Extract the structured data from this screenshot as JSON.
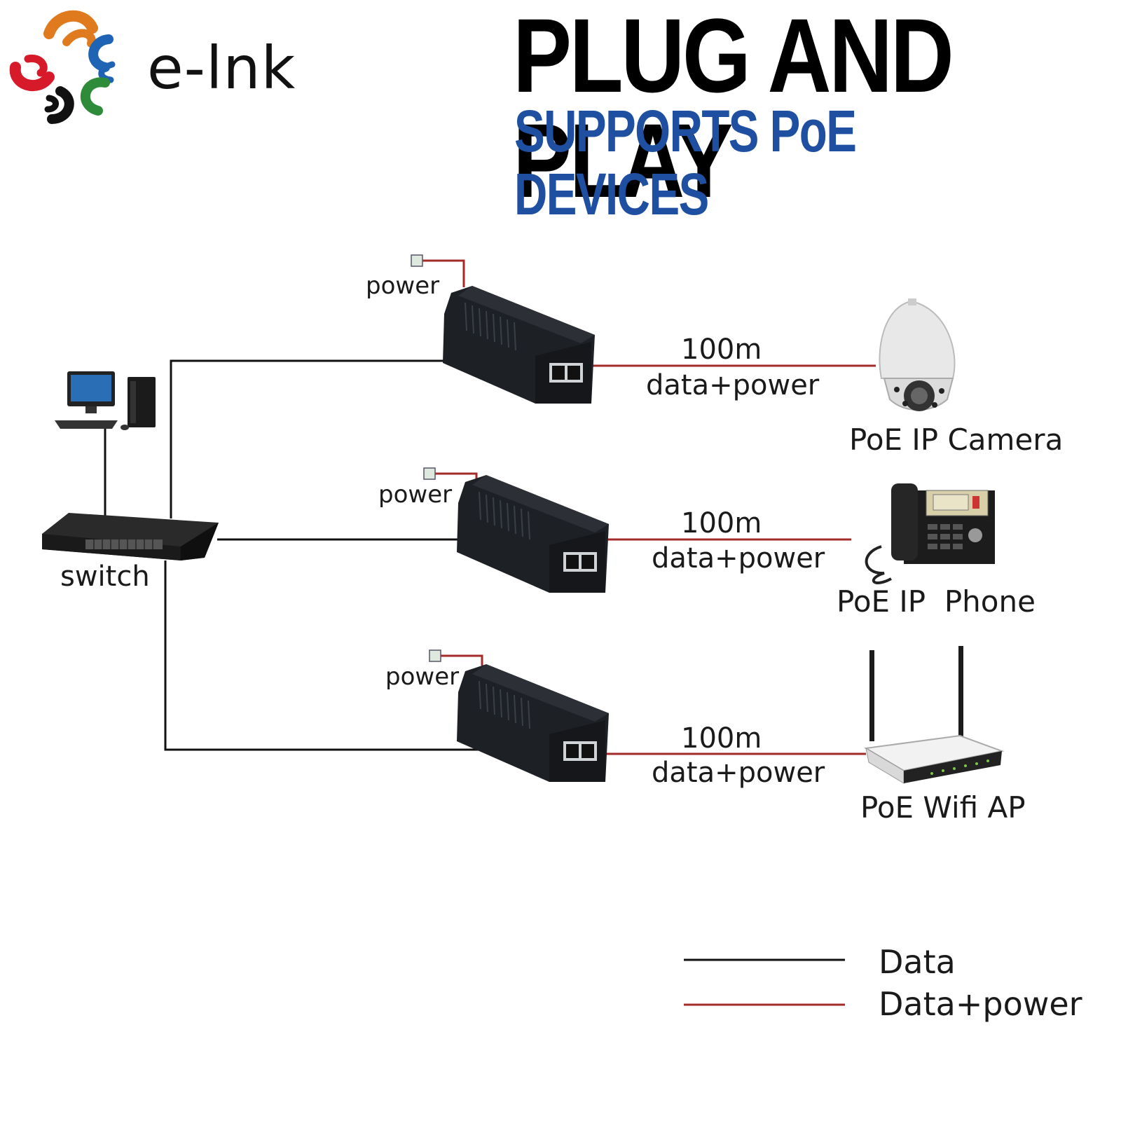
{
  "brand": {
    "name": "e-lnk",
    "logo_colors": [
      "#e07a1f",
      "#d61a2a",
      "#1e63b4",
      "#2e8b3a",
      "#111111"
    ]
  },
  "header": {
    "headline": "PLUG AND PLAY",
    "subline": "SUPPORTS PoE DEVICES",
    "headline_color": "#000000",
    "subline_color": "#1f4fa0"
  },
  "diagram": {
    "switch_label": "switch",
    "injectors": [
      {
        "power_label": "power",
        "distance": "100m",
        "cable_label": "data+power",
        "device_label": "PoE IP Camera",
        "device_icon": "ip-camera-icon"
      },
      {
        "power_label": "power",
        "distance": "100m",
        "cable_label": "data+power",
        "device_label": "PoE IP  Phone",
        "device_icon": "ip-phone-icon"
      },
      {
        "power_label": "power",
        "distance": "100m",
        "cable_label": "data+power",
        "device_label": "PoE Wifi AP",
        "device_icon": "wifi-router-icon"
      }
    ]
  },
  "legend": {
    "items": [
      {
        "label": "Data",
        "color": "#111111"
      },
      {
        "label": "Data+power",
        "color": "#a52a2a"
      }
    ]
  }
}
